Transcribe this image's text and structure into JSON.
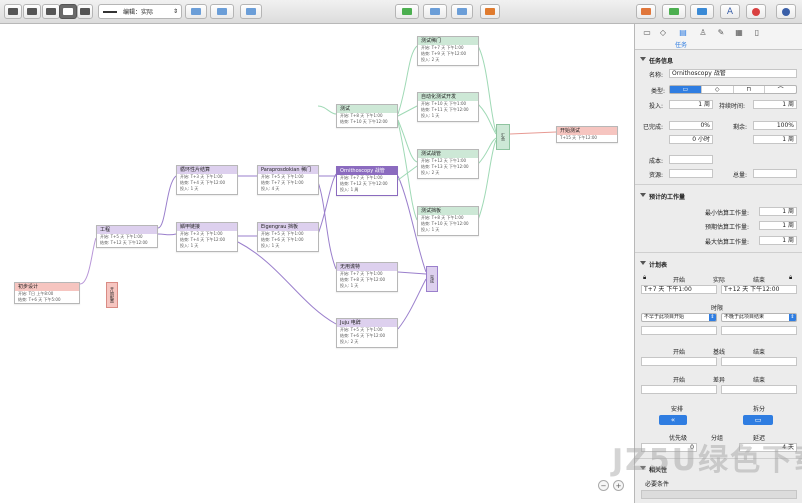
{
  "toolbar": {
    "style_label": "编辑：实际"
  },
  "nodes": {
    "start_design": {
      "title": "初步设计",
      "r1": "开始: T日 上午8:00",
      "r2": "结束: T+6 天 下午5:00"
    },
    "start_hub": {
      "label": "开始配置"
    },
    "engineering": {
      "title": "工程",
      "r1": "开始: T+5 天 下午1:00",
      "r2": "结束: T+12 天 下午12:00"
    },
    "loop": {
      "title": "循环性片结算",
      "r1": "开始: T+3 天 下午1:00",
      "r2": "结束: T+4 天 下午12:00",
      "r3": "投入: 1 天"
    },
    "scale": {
      "title": "鳞甲链接",
      "r1": "开始: T+3 天 下午1:00",
      "r2": "结束: T+4 天 下午12:00",
      "r3": "投入: 1 天"
    },
    "paraprosdokian": {
      "title": "Paraprosdokian 稀门",
      "r1": "开始: T+5 天 下午1:00",
      "r2": "结束: T+7 天 下午1:00",
      "r3": "投入: 4 天"
    },
    "eigengrau": {
      "title": "Eigengrau 挡板",
      "r1": "开始: T+5 天 下午1:00",
      "r2": "结束: T+6 天 下午1:00",
      "r3": "投入: 1 天"
    },
    "ornithoscopy": {
      "title": "Ornithoscopy 战管",
      "r1": "开始: T+7 天 下午1:00",
      "r2": "结束: T+12 天 下午12:00",
      "r3": "投入: 1 周"
    },
    "test": {
      "title": "测试",
      "r1": "开始: T+8 天 下午1:00",
      "r2": "结束: T+10 天 下午12:00"
    },
    "test_door": {
      "title": "测试稀门",
      "r1": "开始: T+7 天 下午1:00",
      "r2": "结束: T+9 天 下午12:00",
      "r3": "投入: 2 天"
    },
    "auto_test": {
      "title": "自动化测试开发",
      "r1": "开始: T+10 天 下午1:00",
      "r2": "结束: T+11 天 下午12:00",
      "r3": "投入: 1 天"
    },
    "test_mgmt": {
      "title": "测试战管",
      "r1": "开始: T+12 天 下午1:00",
      "r2": "结束: T+13 天 下午12:00",
      "r3": "投入: 2 天"
    },
    "test_baffle": {
      "title": "测试挡板",
      "r1": "开始: T+8 天 下午1:00",
      "r2": "结束: T+10 天 下午12:00",
      "r3": "投入: 1 天"
    },
    "useless": {
      "title": "无用谎特",
      "r1": "开始: T+7 天 下午1:00",
      "r2": "结束: T+8 天 下午12:00",
      "r3": "投入: 1 天"
    },
    "jujiu": {
      "title": "Juju 电辞",
      "r1": "开始: T+5 天 下午1:00",
      "r2": "结束: T+6 天 下午12:00",
      "r3": "投入: 2 天"
    },
    "complete_hub": {
      "label": "完成"
    },
    "launch": {
      "title": "开始测试",
      "r1": "T+15 天 下午12:00"
    },
    "merge_hub": {
      "label": "汇合"
    }
  },
  "inspector": {
    "tab_label": "任务",
    "task_info": {
      "section": "任务信息",
      "name_label": "名称:",
      "name_value": "Ornithoscopy 战管",
      "type_label": "类型:",
      "effort_label": "投入:",
      "effort_value": "1 周",
      "duration_label": "持续时间:",
      "duration_value": "1 周",
      "completed_label": "已完成:",
      "completed_value": "0%",
      "remaining_label": "剩余:",
      "remaining_value": "100%",
      "hours_value": "0 小时",
      "remaining_weeks": "1 周",
      "cost_label": "成本:",
      "resource_label": "资源:",
      "total_label": "总量:"
    },
    "estimate": {
      "section": "预计的工作量",
      "min_label": "最小估算工作量:",
      "min_value": "1 周",
      "expected_label": "预期估算工作量:",
      "expected_value": "1 周",
      "max_label": "最大估算工作量:",
      "max_value": "1 周"
    },
    "schedule": {
      "section": "计划表",
      "start_label": "开始",
      "actual_label": "实际",
      "end_label": "结束",
      "start_value": "T+7 天 下午1:00",
      "end_value": "T+12 天 下午12:00",
      "timing_label": "时限",
      "timing_left": "不早于此项目开始",
      "timing_right": "不晚于此项目结束",
      "baseline_start": "开始",
      "baseline_label": "基线",
      "baseline_end": "结束",
      "variance_start": "开始",
      "variance_label": "差异",
      "variance_end": "结束",
      "arrange_label": "安排",
      "split_label": "拆分",
      "priority_label": "优先级",
      "priority_value": "0",
      "group_label": "分组",
      "delay_label": "延迟",
      "delay_value": "4 天"
    },
    "dependencies": {
      "section": "相关性",
      "required_label": "必要条件"
    }
  },
  "watermark": "JZ5U绿色下载",
  "colors": {
    "green_edge": "#8fd0a8",
    "purple_edge": "#9a7fcc",
    "accent": "#2f7de1"
  }
}
